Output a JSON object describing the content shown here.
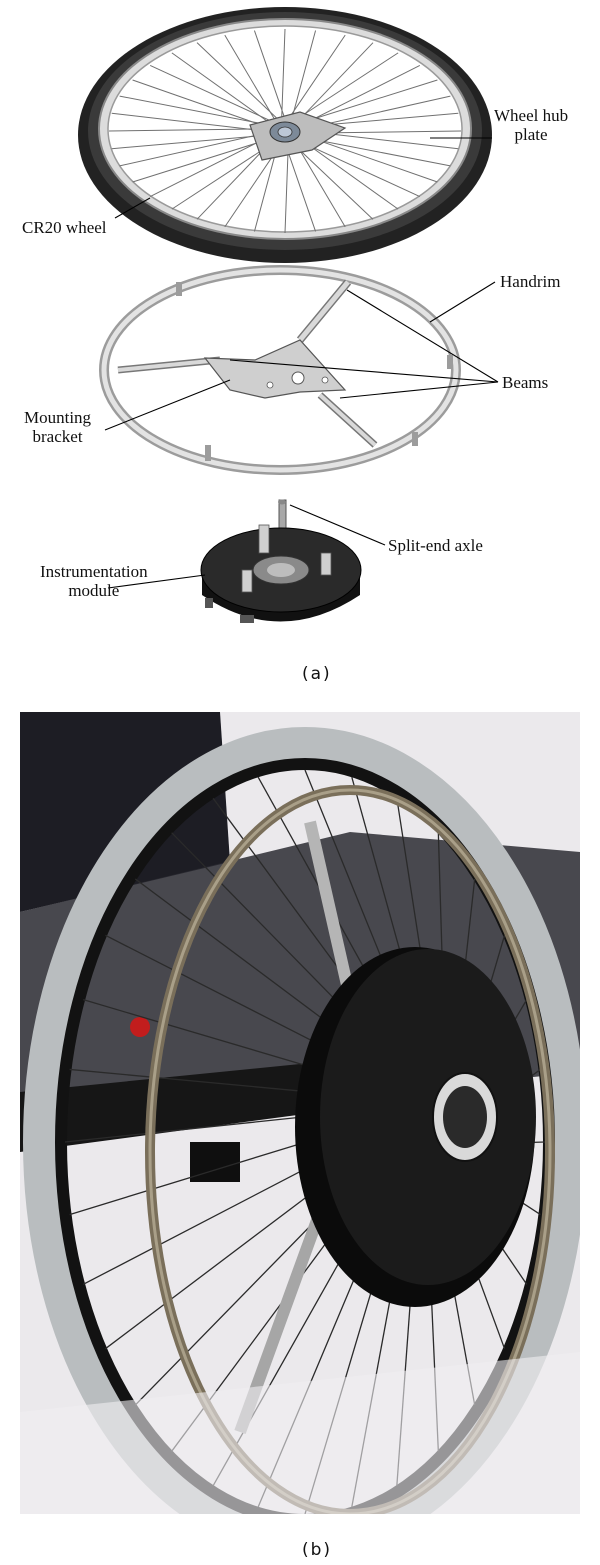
{
  "panel_a": {
    "labels": {
      "wheel_hub_plate": [
        "Wheel hub",
        "plate"
      ],
      "cr20_wheel": "CR20 wheel",
      "handrim": "Handrim",
      "beams": "Beams",
      "mounting_bracket": [
        "Mounting",
        "bracket"
      ],
      "split_end_axle": "Split-end axle",
      "instrumentation_module": [
        "Instrumentation",
        "module"
      ]
    },
    "caption": "(a)"
  },
  "panel_b": {
    "caption": "(b)"
  },
  "colors": {
    "tire": "#1a1a1a",
    "rim": "#bfbfbf",
    "spoke": "#6e6e6e",
    "handrim_metal": "#d4d4d4",
    "module_black": "#1b1b1b",
    "photo_bg": "#e9e7ea",
    "pushrim_bronze": "#7a6f5a",
    "tire_grey": "#b9bdbf"
  }
}
